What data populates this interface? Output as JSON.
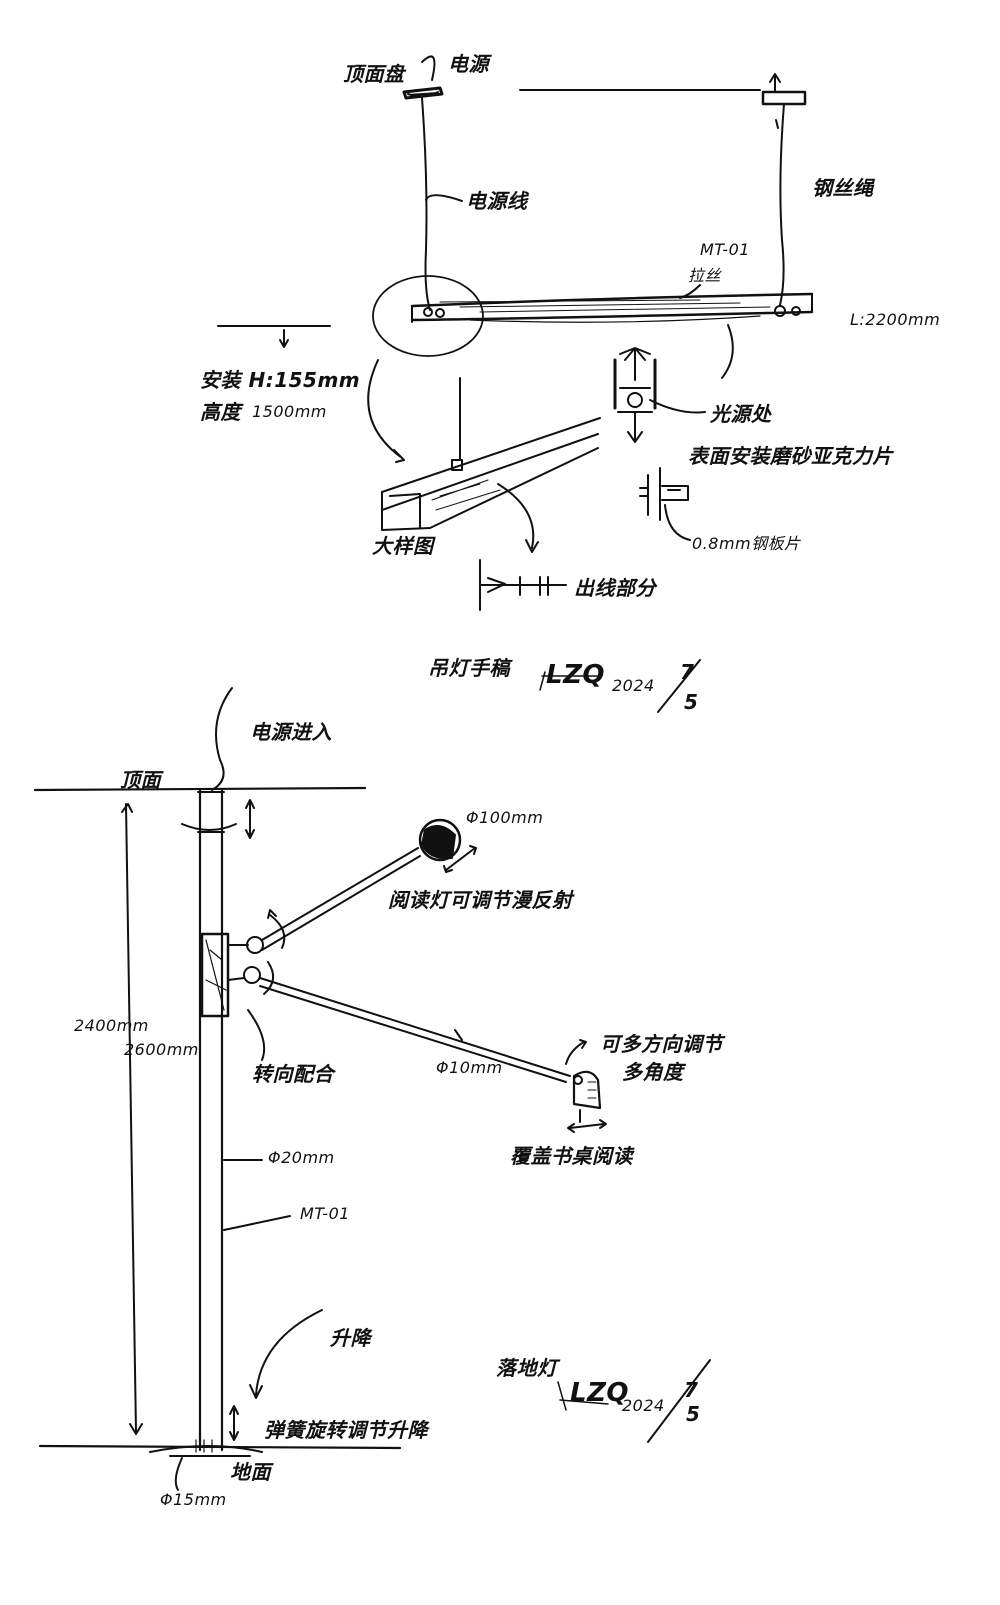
{
  "pendant": {
    "ceiling_plate": "顶面盘",
    "power_source": "电源",
    "power_cord": "电源线",
    "steel_wire": "钢丝绳",
    "material_code": "MT-01",
    "brushed": "拉丝",
    "length": "L:2200mm",
    "install_height": "安装 H:155mm",
    "height_label": "高度",
    "height_value": "1500mm",
    "light_source": "光源处",
    "surface_diffuser": "表面安装磨砂亚克力片",
    "detail_enlarged": "大样图",
    "steel_plate": "0.8mm钢板片",
    "outlet_part": "出线部分",
    "sketch_title": "吊灯手稿",
    "signature": "LZQ",
    "date_year": "2024",
    "date_month": "7",
    "date_day": "5"
  },
  "floor_lamp": {
    "power_entry": "电源进入",
    "ceiling": "顶面",
    "dia_100": "Φ100mm",
    "reading_lamp": "阅读灯可调节漫反射",
    "total_height_1": "2400mm",
    "total_height_2": "2600mm",
    "rotating_joint": "转向配合",
    "multi_direction": "可多方向调节",
    "multi_angle": "多角度",
    "dia_10": "Φ10mm",
    "lifting": "升降",
    "desk_reading": "覆盖书桌阅读",
    "dia_20": "Φ20mm",
    "material_code": "MT-01",
    "rise_fall": "升降",
    "spring_rotate": "弹簧旋转调节升降",
    "floor": "地面",
    "dia_15": "Φ15mm",
    "sketch_title": "落地灯",
    "signature": "LZQ",
    "date_year": "2024",
    "date_month": "7",
    "date_day": "5"
  }
}
